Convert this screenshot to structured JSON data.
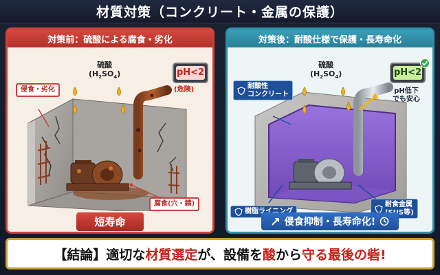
{
  "title": "材質対策（コンクリート・金属の保護）",
  "left_panel": {
    "header": "対策前：硫酸による腐食・劣化",
    "acid_label": "硫酸",
    "acid_formula_main": "(H",
    "acid_formula_sub1": "2",
    "acid_formula_mid": "SO",
    "acid_formula_sub2": "4",
    "acid_formula_end": ")",
    "ph_text": "pH<2",
    "ph_note": "(危険)",
    "tag_erosion": "侵食・劣化",
    "tag_corrosion": "腐食(穴・錆)",
    "banner": "短寿命",
    "colors": {
      "accent": "#c9413a"
    }
  },
  "right_panel": {
    "header": "対策後：耐酸仕様で保護・長寿命化",
    "acid_label": "硫酸",
    "acid_formula_main": "(H",
    "acid_formula_sub1": "2",
    "acid_formula_mid": "SO",
    "acid_formula_sub2": "4",
    "acid_formula_end": ")",
    "ph_text": "pH<2",
    "ph_note_line1": "pH低下",
    "ph_note_line2": "でも安心",
    "tag_concrete_line1": "耐酸性",
    "tag_concrete_line2": "コンクリート",
    "tag_lining": "樹脂ライニング",
    "tag_metal_line1": "耐食金属",
    "tag_metal_line2": "(SUS等)",
    "banner": "侵食抑制・長寿命化!",
    "colors": {
      "accent": "#2f8fa8",
      "lining": "#8a5fd0"
    }
  },
  "conclusion": {
    "open": "【結論】",
    "part1": "適切な",
    "part2": "材質選定",
    "part3": "が、設備を",
    "part4": "酸",
    "part5": "から",
    "part6": "守る最後の砦!"
  }
}
